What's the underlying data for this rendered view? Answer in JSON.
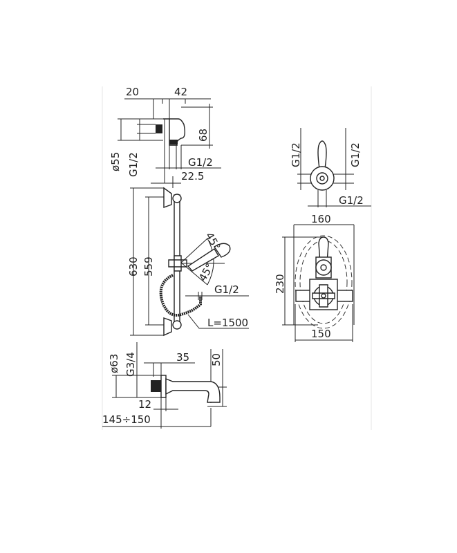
{
  "wall_elbow": {
    "dim_width_left": "20",
    "dim_width_right": "42",
    "dim_height": "68",
    "dim_diameter": "ø55",
    "thread_inlet": "G1/2",
    "thread_outlet": "G1/2",
    "dim_offset": "22.5"
  },
  "slide_rail": {
    "dim_total_length": "630",
    "dim_bracket_distance": "559",
    "angle_up": "45°",
    "angle_down": "45°",
    "hose_thread": "G1/2",
    "hose_length": "L=1500"
  },
  "spout": {
    "dim_diameter": "ø63",
    "thread": "G3/4",
    "dim_offset": "35",
    "dim_height": "50",
    "dim_thread_length": "12",
    "dim_projection": "145÷150"
  },
  "valve": {
    "thread_left": "G1/2",
    "thread_right": "G1/2",
    "thread_bottom": "G1/2",
    "dim_plate_width": "160",
    "dim_plate_height": "230",
    "dim_body_width": "150"
  }
}
